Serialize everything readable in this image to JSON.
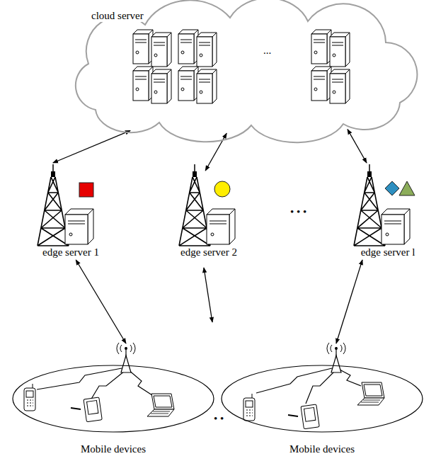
{
  "diagram": {
    "nodes": [
      {
        "text": [
          "cloud server"
        ]
      },
      {
        "text": [
          "edge server 1"
        ]
      },
      {
        "text": [
          "edge server 2"
        ]
      },
      {
        "text": [
          "edge server l"
        ]
      },
      {
        "text": [
          "Mobile devices"
        ]
      },
      {
        "text": [
          "Mobile devices"
        ]
      }
    ],
    "edges": [
      {
        "from": 0,
        "to": 1,
        "arrow": "both"
      },
      {
        "from": 0,
        "to": 2,
        "arrow": "both"
      },
      {
        "from": 0,
        "to": 3,
        "arrow": "both"
      },
      {
        "from": 1,
        "to": 4,
        "arrow": "both"
      },
      {
        "from": 3,
        "to": 5,
        "arrow": "both"
      }
    ],
    "labels": [
      "...",
      "• • •",
      "• •"
    ]
  }
}
